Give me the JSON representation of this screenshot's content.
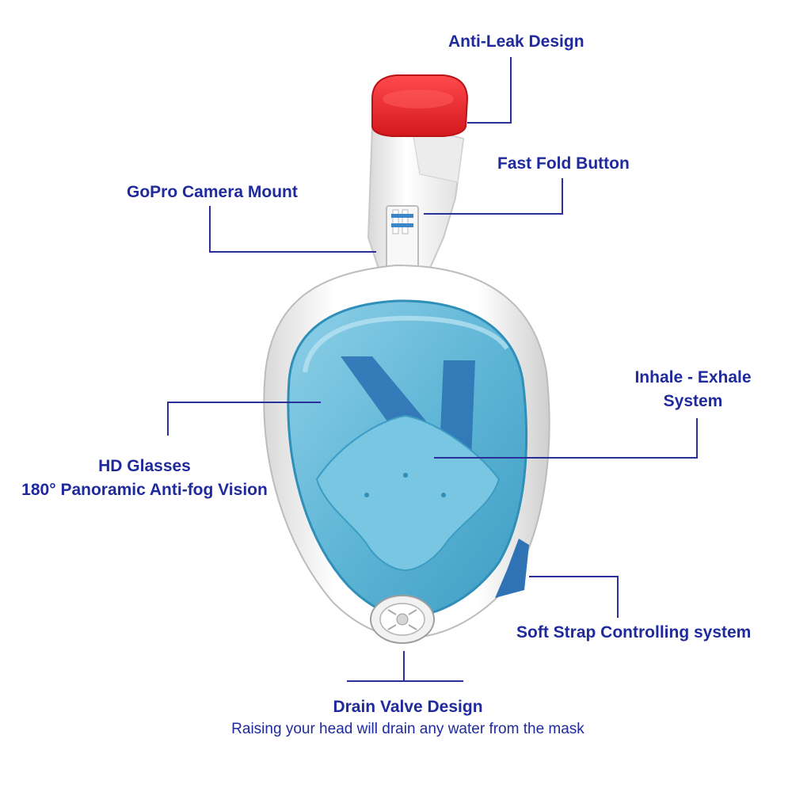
{
  "labels": {
    "anti_leak": "Anti-Leak Design",
    "fast_fold": "Fast Fold Button",
    "gopro": "GoPro Camera Mount",
    "inhale_line1": "Inhale - Exhale",
    "inhale_line2": "System",
    "hd_line1": "HD Glasses",
    "hd_line2": "180° Panoramic Anti-fog Vision",
    "soft_strap": "Soft Strap Controlling system",
    "drain_valve": "Drain Valve Design",
    "drain_valve_note": "Raising your head will drain any water from the mask"
  },
  "colors": {
    "label_text": "#1f2a9c",
    "leader_line": "#2a2f9a",
    "mask_frame": "#f4f4f4",
    "lens": "#5fb6d6",
    "snorkel_cap": "#e8262b",
    "strap": "#2f73b5"
  },
  "icons": {
    "product": "full-face-snorkel-mask"
  }
}
